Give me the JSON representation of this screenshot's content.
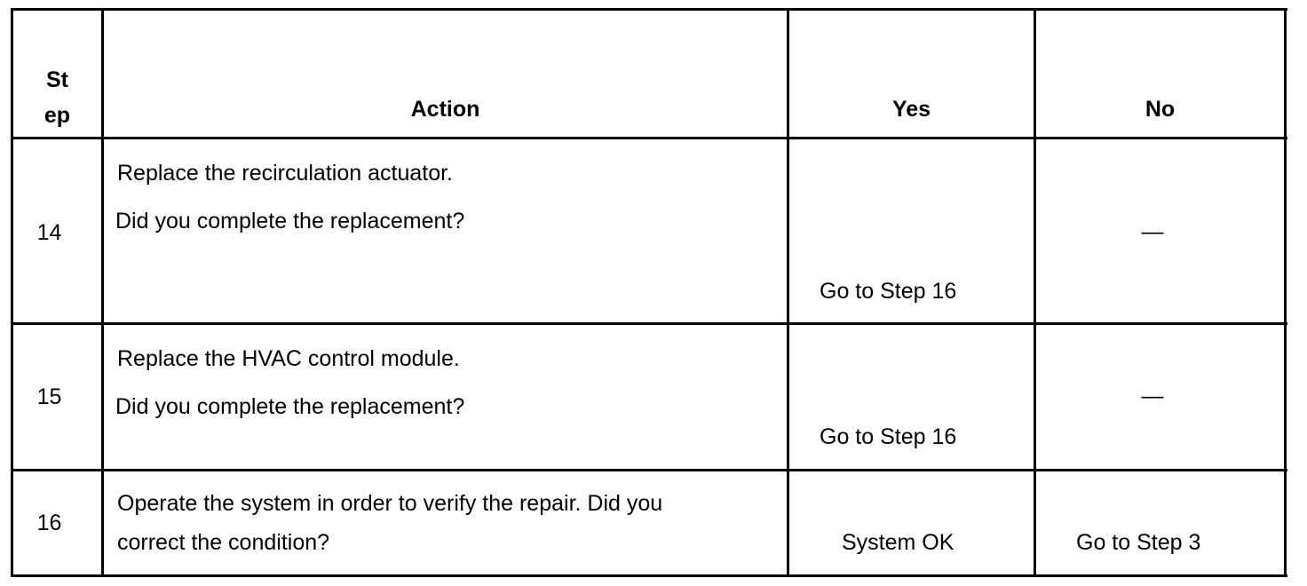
{
  "table": {
    "headers": {
      "step_line1": "St",
      "step_line2": "ep",
      "action": "Action",
      "yes": "Yes",
      "no": "No"
    },
    "rows": [
      {
        "step": "14",
        "action_lines": [
          "Replace the recirculation actuator.",
          "Did you complete the replacement?"
        ],
        "yes": "Go to Step 16",
        "no": "—"
      },
      {
        "step": "15",
        "action_lines": [
          "Replace the HVAC control module.",
          "Did you complete the replacement?"
        ],
        "yes": "Go to Step 16",
        "no": "—"
      },
      {
        "step": "16",
        "action_lines": [
          "Operate the system in order to verify the repair. Did you",
          "correct the condition?"
        ],
        "yes": "System OK",
        "no": "Go to Step 3"
      }
    ]
  }
}
